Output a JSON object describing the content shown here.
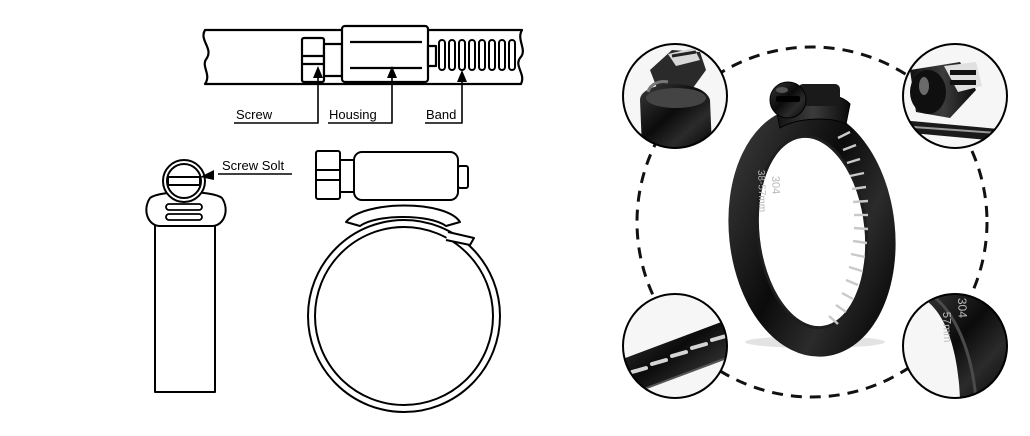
{
  "diagram": {
    "labels": {
      "screw": "Screw",
      "housing": "Housing",
      "band": "Band",
      "screw_slot": "Screw Solt"
    }
  },
  "photo": {
    "band_marking_line1": "304",
    "band_marking_line2": "38-57mm",
    "detail_marking_line1": "304",
    "detail_marking_line2": "57mm"
  }
}
